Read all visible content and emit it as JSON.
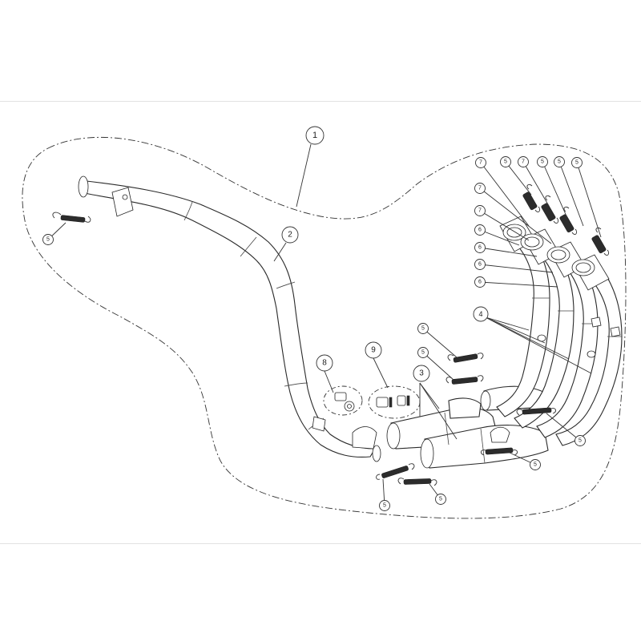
{
  "callouts": {
    "c1": "1",
    "c2": "2",
    "c3": "3",
    "c4": "4",
    "c5": "5",
    "c6": "6",
    "c7": "7",
    "c8": "8",
    "c9": "9"
  },
  "colors": {
    "line": "#333333",
    "background": "#ffffff",
    "rule": "#e2e2e2"
  }
}
